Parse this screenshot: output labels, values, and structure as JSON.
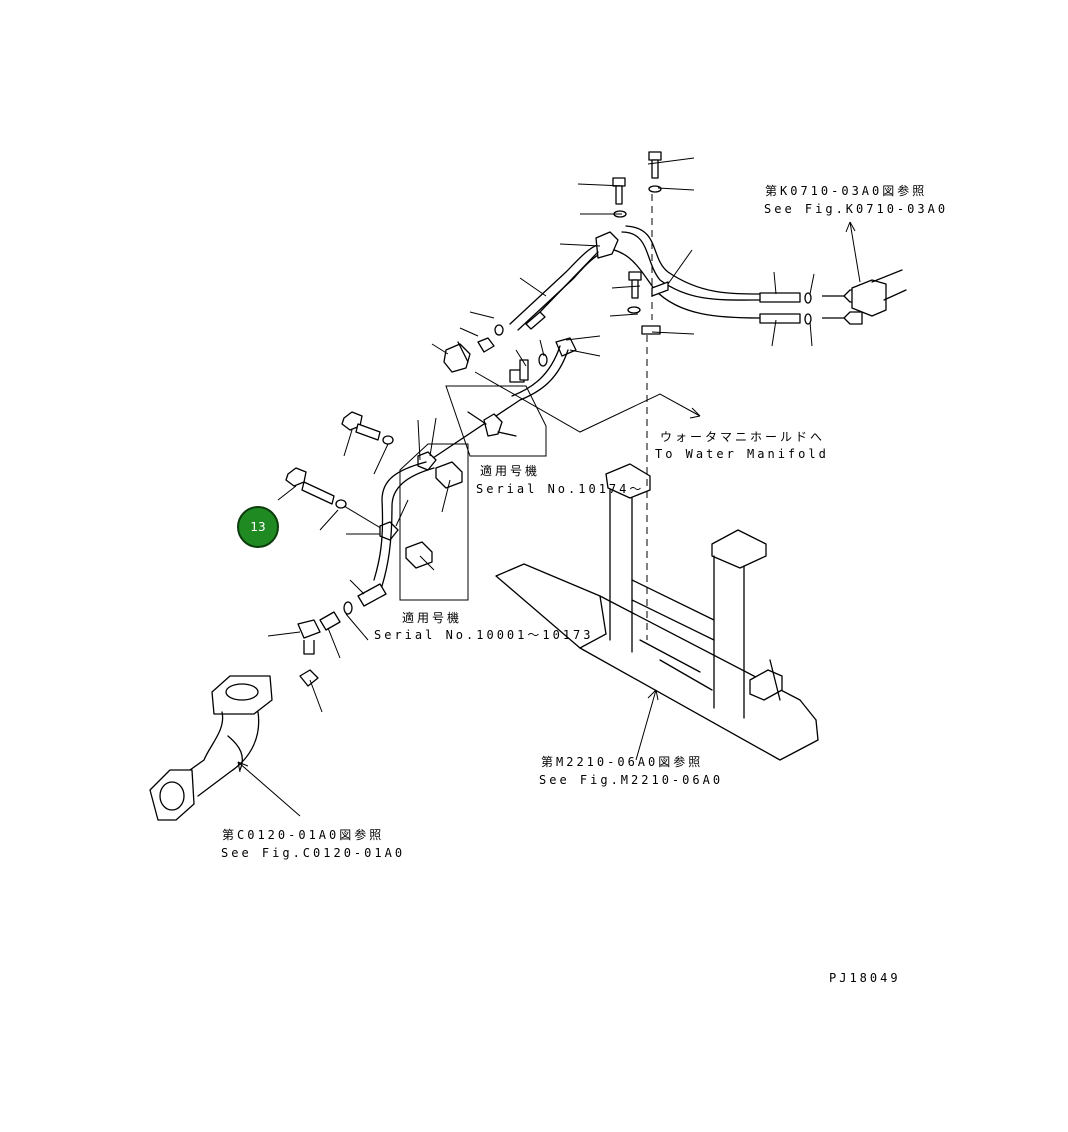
{
  "refs": {
    "k0710": {
      "jp": "第K0710-03A0図参照",
      "en": "See Fig.K0710-03A0"
    },
    "water": {
      "jp": "ウォータマニホールドへ",
      "en": "To Water Manifold"
    },
    "serial_late": {
      "jp": "適用号機",
      "en": "Serial No.10174～"
    },
    "serial_early": {
      "jp": "適用号機",
      "en": "Serial No.10001～10173"
    },
    "m2210": {
      "jp": "第M2210-06A0図参照",
      "en": "See Fig.M2210-06A0"
    },
    "c0120": {
      "jp": "第C0120-01A0図参照",
      "en": "See Fig.C0120-01A0"
    }
  },
  "callout": {
    "number": "13",
    "color": "#1f8a21"
  },
  "drawing_id": "PJ18049"
}
